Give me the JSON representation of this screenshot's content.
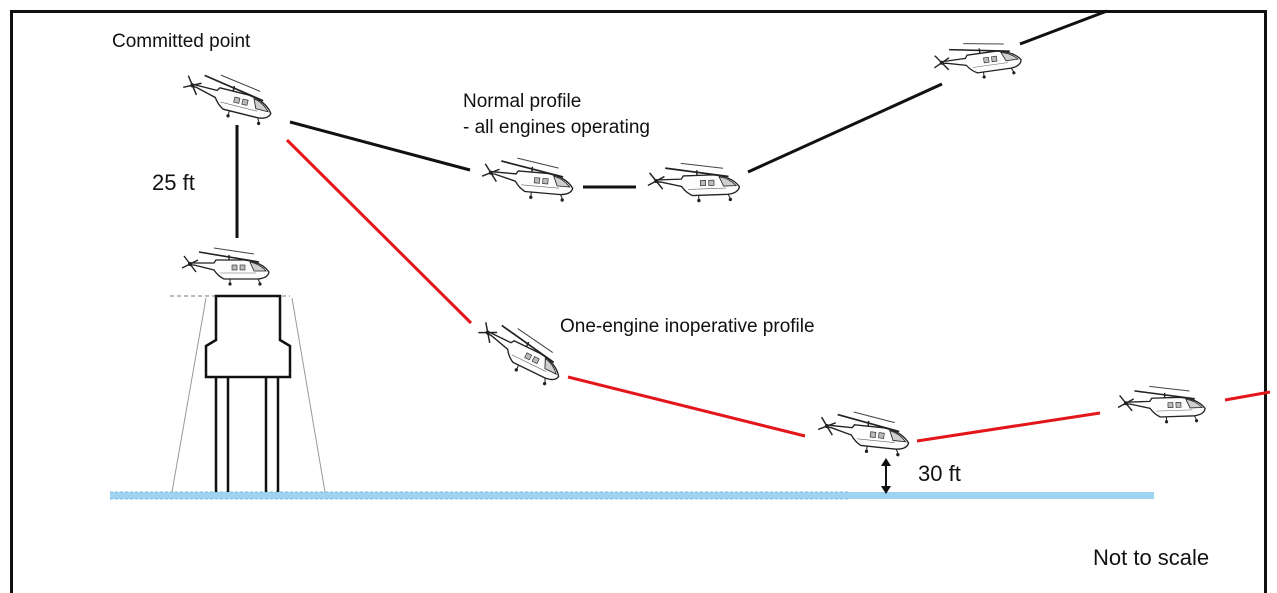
{
  "header": {
    "title": ""
  },
  "labels": {
    "committed_point": "Committed point",
    "normal_profile_line1": "Normal profile",
    "normal_profile_line2": "- all engines operating",
    "oei_profile": "One-engine inoperative profile",
    "dim_25ft": "25 ft",
    "dim_30ft": "30 ft",
    "not_to_scale": "Not to scale"
  },
  "colors": {
    "normal_path": "#111111",
    "oei_path": "#e3161b",
    "sea": "#9fd4f0",
    "structure": "#111111"
  },
  "icons": {
    "helicopter": "helicopter-icon",
    "platform": "offshore-platform-icon",
    "dimension_arrow": "double-arrow-icon"
  }
}
